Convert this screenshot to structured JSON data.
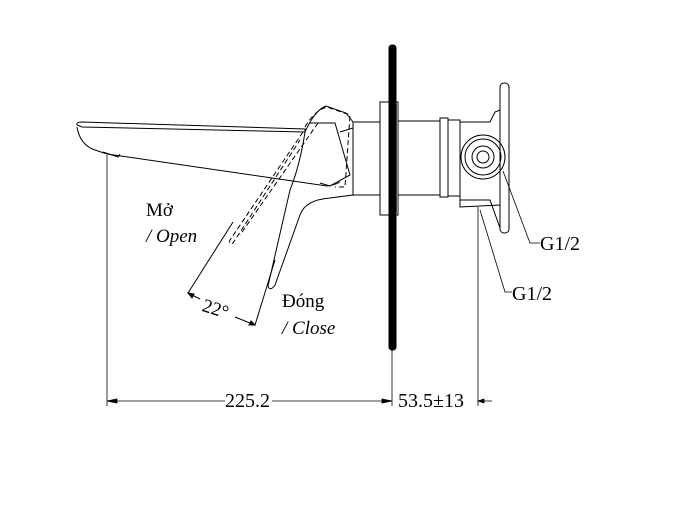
{
  "labels": {
    "open_vi": "Mở",
    "open_en": "/ Open",
    "close_vi": "Đóng",
    "close_en": "/ Close",
    "angle": "22°",
    "thread_top": "G1/2",
    "thread_bottom": "G1/2"
  },
  "dimensions": {
    "spout_reach": "225.2",
    "wall_depth": "53.5±13"
  }
}
